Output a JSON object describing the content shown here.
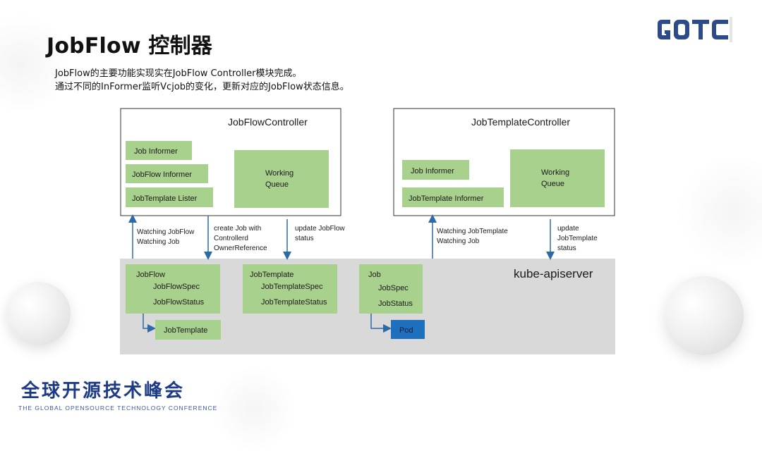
{
  "title": "JobFlow 控制器",
  "logo_text": "GOTC",
  "description": [
    "JobFlow的主要功能实现实在JobFlow Controller模块完成。",
    "通过不同的InFormer监听Vcjob的变化，更新对应的JobFlow状态信息。"
  ],
  "diagram": {
    "jobflow_controller": {
      "title": "JobFlowController",
      "items": [
        "Job Informer",
        "JobFlow Informer",
        "JobTemplate Lister"
      ],
      "queue": [
        "Working",
        "Queue"
      ]
    },
    "jobtemplate_controller": {
      "title": "JobTemplateController",
      "items": [
        "Job Informer",
        "JobTemplate Informer"
      ],
      "queue": [
        "Working",
        "Queue"
      ]
    },
    "arrow_labels": {
      "watch_jobflow": [
        "Watching JobFlow",
        "Watching Job"
      ],
      "create_job": [
        "create Job with",
        "Controllerd",
        "OwnerReference"
      ],
      "update_jobflow": [
        "update JobFlow",
        "status"
      ],
      "watch_jobtemplate": [
        "Watching JobTemplate",
        "Watching Job"
      ],
      "update_jobtemplate": [
        "update",
        "JobTemplate",
        "status"
      ]
    },
    "apiserver": {
      "title": "kube-apiserver",
      "jobflow": [
        "JobFlow",
        "JobFlowSpec",
        "JobFlowStatus"
      ],
      "jobflow_child": "JobTemplate",
      "jobtemplate": [
        "JobTemplate",
        "JobTemplateSpec",
        "JobTemplateStatus"
      ],
      "job": [
        "Job",
        "JobSpec",
        "JobStatus"
      ],
      "job_child": "Pod"
    }
  },
  "footer": {
    "title": "全球开源技术峰会",
    "subtitle": "THE GLOBAL OPENSOURCE TECHNOLOGY CONFERENCE"
  },
  "colors": {
    "green_box": "#a9d18e",
    "api_bg": "#d9d9d9",
    "arrow": "#2e6aa8",
    "pod": "#1f6fbf",
    "logo": "#2d4a8a",
    "footer": "#1c3a86"
  }
}
